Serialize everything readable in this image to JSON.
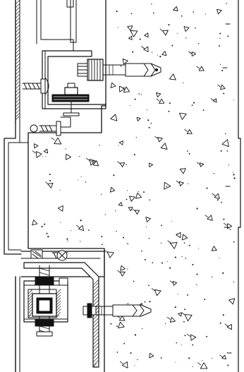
{
  "colors": {
    "ink": "#111111",
    "paper": "#ffffff",
    "hatch": "#222222"
  },
  "icons": {
    "concrete_aggregate": "triangle-glyph",
    "bolt": "hex-bolt",
    "screw": "self-tapping-screw",
    "anchor": "expansion-anchor"
  }
}
